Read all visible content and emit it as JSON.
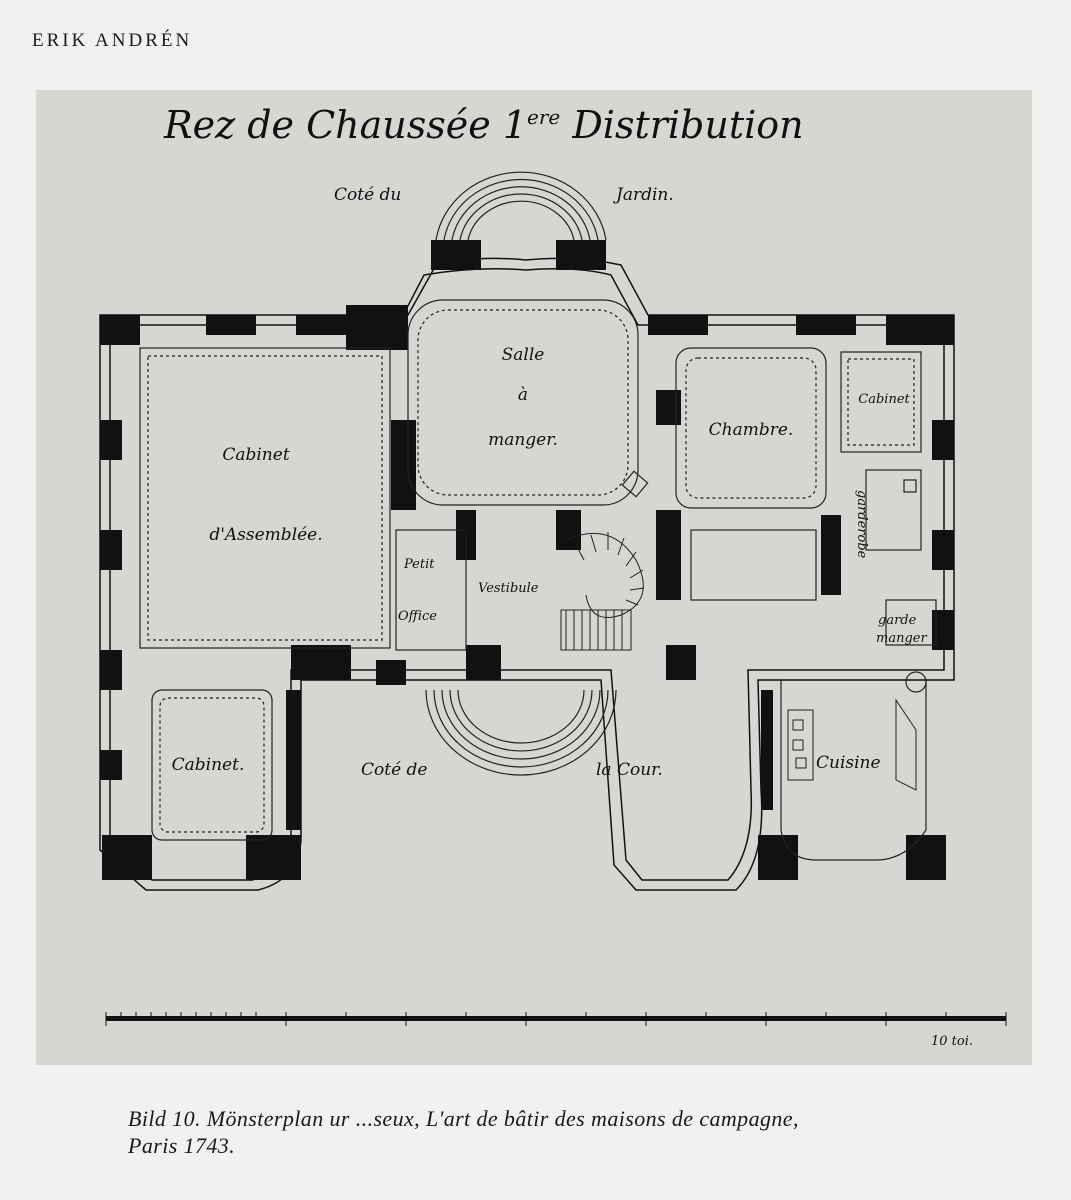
{
  "running_head": "ERIK ANDRÉN",
  "plate": {
    "title": "Rez de Chaussée 1ere Distribution",
    "labels": {
      "cote_du": "Coté du",
      "jardin": "Jardin.",
      "salle_1": "Salle",
      "salle_2": "à",
      "salle_3": "manger.",
      "chambre": "Chambre.",
      "cabinet_tr": "Cabinet",
      "cabinet_1": "Cabinet",
      "cabinet_2": "d'Assemblée.",
      "petit": "Petit",
      "office": "Office",
      "vestibule": "Vestibule",
      "garde_robe": "garderobe",
      "garde_manger_1": "garde",
      "garde_manger_2": "manger",
      "cabinet_bl": "Cabinet.",
      "cote_de": "Coté de",
      "la_cour": "la Cour.",
      "cuisine": "Cuisine",
      "scale": "10 toi."
    }
  },
  "caption": {
    "line1": "Bild 10. Mönsterplan ur ...seux, L'art de bâtir des maisons de campagne,",
    "line2": "Paris 1743."
  }
}
